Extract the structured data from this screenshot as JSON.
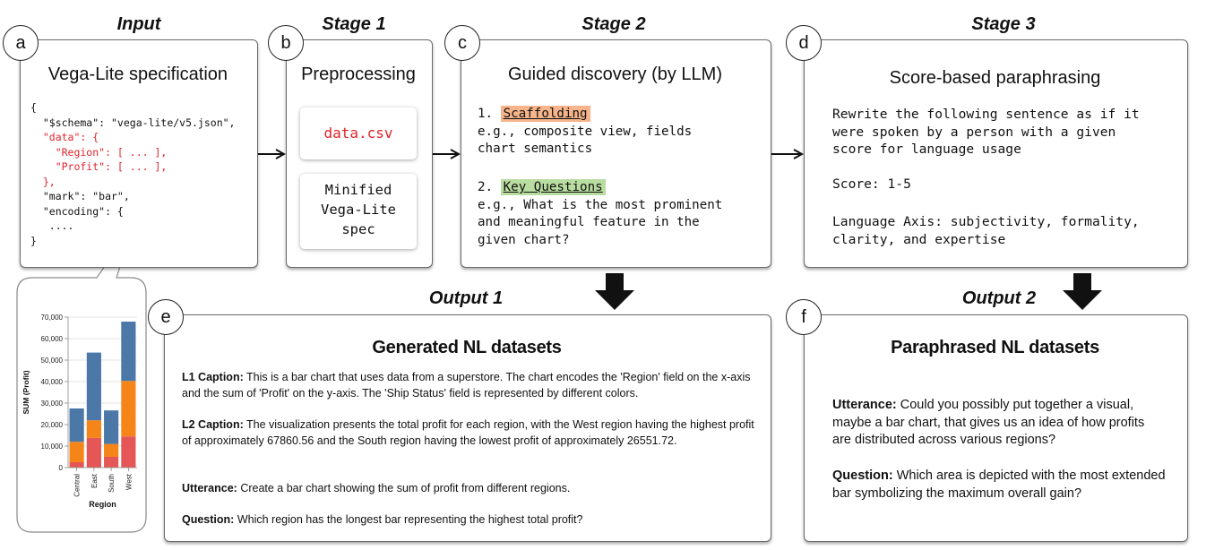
{
  "headers": {
    "input": "Input",
    "stage1": "Stage 1",
    "stage2": "Stage 2",
    "stage3": "Stage 3",
    "output1": "Output 1",
    "output2": "Output 2"
  },
  "markers": {
    "a": "a",
    "b": "b",
    "c": "c",
    "d": "d",
    "e": "e",
    "f": "f"
  },
  "input_panel": {
    "title": "Vega-Lite specification",
    "code": [
      {
        "text": "{",
        "red": false
      },
      {
        "text": "  \"$schema\": \"vega-lite/v5.json\",",
        "red": false
      },
      {
        "text": "  \"data\": {",
        "red": true
      },
      {
        "text": "    \"Region\": [ ... ],",
        "red": true
      },
      {
        "text": "    \"Profit\": [ ... ],",
        "red": true
      },
      {
        "text": "  },",
        "red": true
      },
      {
        "text": "  \"mark\": \"bar\",",
        "red": false
      },
      {
        "text": "  \"encoding\": {",
        "red": false
      },
      {
        "text": "   ....",
        "red": false
      },
      {
        "text": "}",
        "red": false
      }
    ]
  },
  "stage1_panel": {
    "title": "Preprocessing",
    "card1": "data.csv",
    "card2_lines": [
      "Minified",
      "Vega-Lite",
      "spec"
    ]
  },
  "stage2_panel": {
    "title": "Guided discovery (by LLM)",
    "item1_num": "1.",
    "item1_label": "Scaffolding",
    "item1_lines": [
      "e.g., composite view, fields",
      "chart semantics"
    ],
    "item2_num": "2.",
    "item2_label": "Key Questions",
    "item2_lines": [
      "e.g., What is the most prominent",
      "and meaningful feature in the",
      "given chart?"
    ],
    "colors": {
      "scaffolding_bg": "#f6b48a",
      "key_questions_bg": "#b9dca0"
    }
  },
  "stage3_panel": {
    "title": "Score-based paraphrasing",
    "prompt_lines": [
      "Rewrite the following sentence as if it",
      "were spoken by a person with a given",
      "score for language usage"
    ],
    "score": "Score: 1-5",
    "axis_lines": [
      "Language Axis: subjectivity, formality,",
      "clarity, and expertise"
    ]
  },
  "output1_panel": {
    "title": "Generated NL datasets",
    "l1_label": "L1 Caption:",
    "l1_text": "This is a bar chart that uses data from a superstore. The chart encodes the 'Region' field on the x-axis and the sum of 'Profit' on the y-axis. The 'Ship Status' field is represented by different colors.",
    "l2_label": "L2 Caption:",
    "l2_text": "The visualization presents the total profit for each region, with the West region having the highest profit of approximately 67860.56 and the South region having the lowest profit of approximately 26551.72.",
    "utt_label": "Utterance:",
    "utt_text": "Create a bar chart showing the sum of profit from different regions.",
    "q_label": "Question:",
    "q_text": "Which region has the longest bar representing the highest total profit?"
  },
  "output2_panel": {
    "title": "Paraphrased NL datasets",
    "utt_label": "Utterance:",
    "utt_text": "Could you possibly put together a visual, maybe a bar chart, that gives us an idea of how profits are distributed across various regions?",
    "q_label": "Question:",
    "q_text": "Which area is depicted with the most extended bar symbolizing the maximum overall gain?"
  },
  "chart_data": {
    "type": "bar",
    "stacked": true,
    "categories": [
      "Central",
      "East",
      "South",
      "West"
    ],
    "series": [
      {
        "values": [
          2500,
          13800,
          5000,
          14500
        ],
        "color": "#e45756"
      },
      {
        "values": [
          9500,
          8200,
          6000,
          25800
        ],
        "color": "#f58518"
      },
      {
        "values": [
          15500,
          31500,
          15600,
          27600
        ],
        "color": "#4c78a8"
      }
    ],
    "totals": [
      27500,
      53500,
      26600,
      67900
    ],
    "ylim": [
      0,
      70000
    ],
    "yticks": [
      0,
      10000,
      20000,
      30000,
      40000,
      50000,
      60000,
      70000
    ],
    "ytick_labels": [
      "0",
      "10,000",
      "20,000",
      "30,000",
      "40,000",
      "50,000",
      "60,000",
      "70,000"
    ],
    "xlabel": "Region",
    "ylabel": "SUM (Profit)",
    "grid": true
  }
}
